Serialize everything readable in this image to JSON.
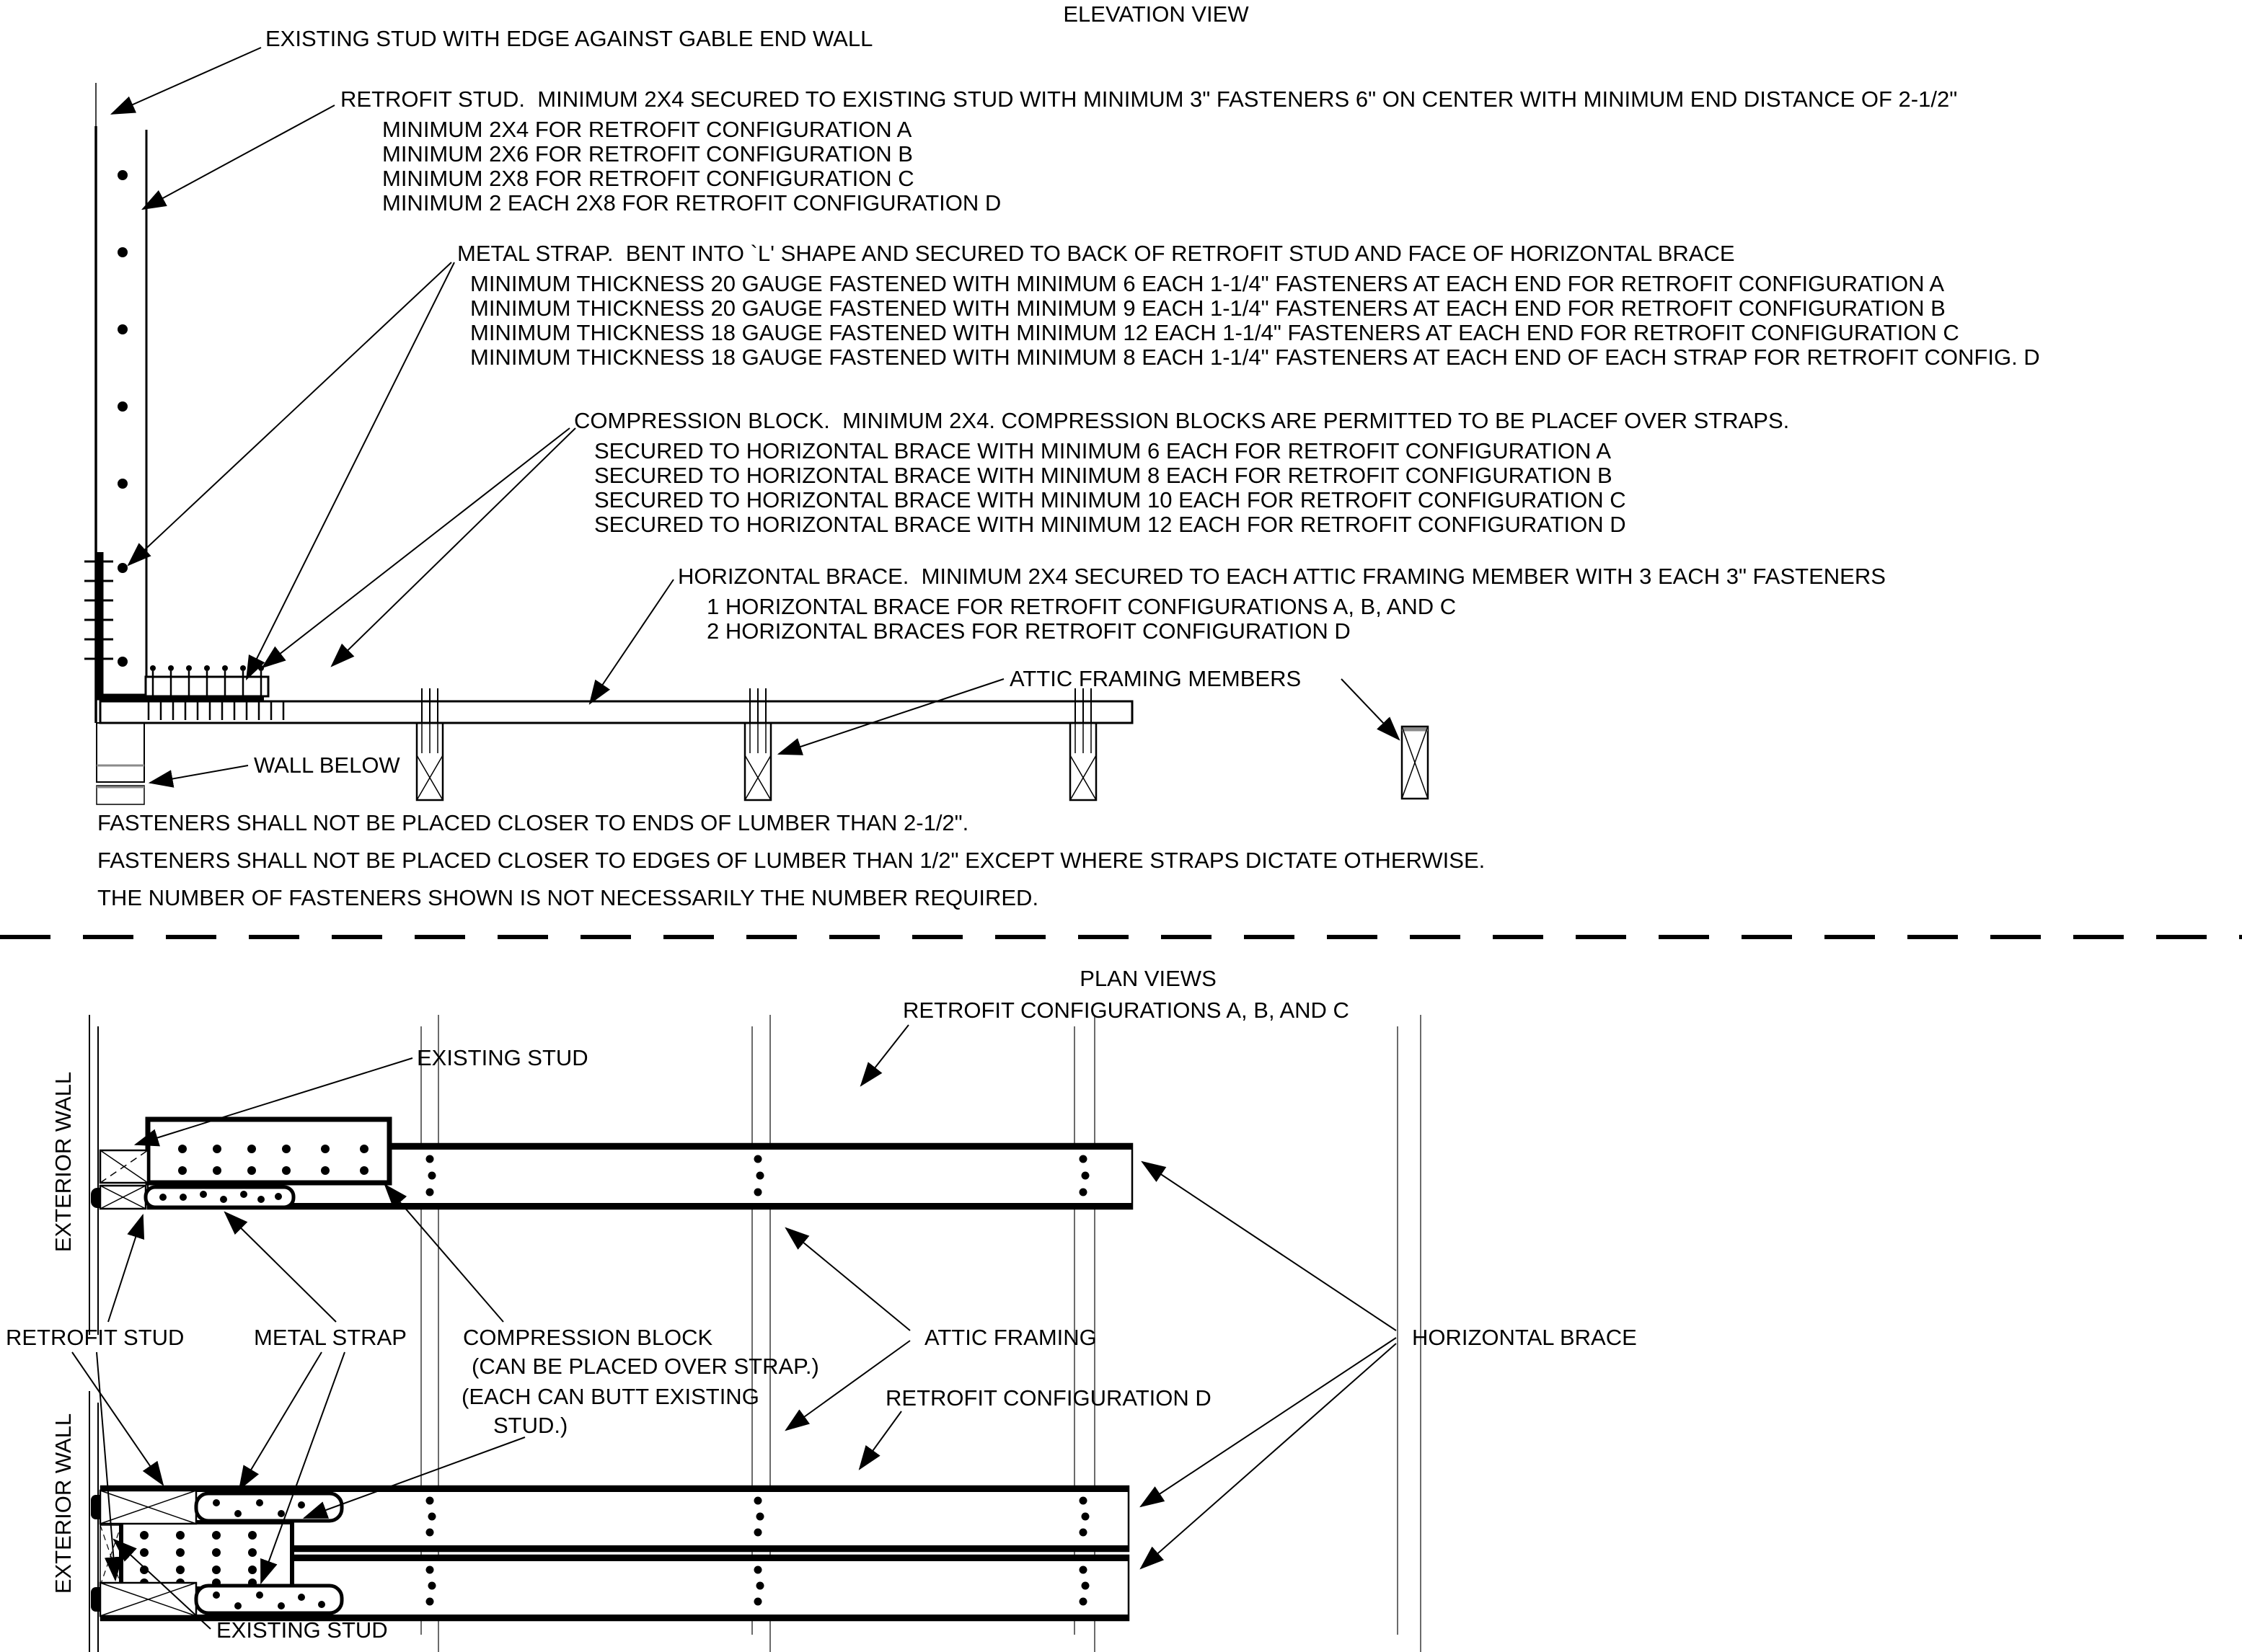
{
  "colors": {
    "ink": "#000000",
    "background": "#ffffff",
    "muted": "#8a8a8a"
  },
  "elevation": {
    "title": "ELEVATION VIEW",
    "existing_stud": "EXISTING STUD WITH EDGE AGAINST GABLE END WALL",
    "retrofit_stud": [
      "RETROFIT STUD.  MINIMUM 2X4 SECURED TO EXISTING STUD WITH MINIMUM 3\" FASTENERS 6\" ON CENTER WITH MINIMUM END DISTANCE OF 2-1/2\"",
      "MINIMUM 2X4 FOR RETROFIT CONFIGURATION A",
      "MINIMUM 2X6 FOR RETROFIT CONFIGURATION B",
      "MINIMUM 2X8 FOR RETROFIT CONFIGURATION C",
      "MINIMUM 2 EACH 2X8 FOR RETROFIT CONFIGURATION D"
    ],
    "metal_strap": [
      "METAL STRAP.  BENT INTO `L' SHAPE AND SECURED TO BACK OF RETROFIT STUD AND FACE OF HORIZONTAL BRACE",
      "MINIMUM THICKNESS 20 GAUGE FASTENED WITH MINIMUM 6 EACH 1-1/4\" FASTENERS AT EACH END FOR RETROFIT CONFIGURATION A",
      "MINIMUM THICKNESS 20 GAUGE FASTENED WITH MINIMUM 9 EACH 1-1/4\" FASTENERS AT EACH END FOR RETROFIT CONFIGURATION B",
      "MINIMUM THICKNESS 18 GAUGE FASTENED WITH MINIMUM 12 EACH 1-1/4\" FASTENERS AT EACH END FOR RETROFIT CONFIGURATION C",
      "MINIMUM THICKNESS 18 GAUGE FASTENED WITH MINIMUM 8 EACH 1-1/4\" FASTENERS AT EACH END OF EACH STRAP FOR RETROFIT CONFIG. D"
    ],
    "compression_block": [
      "COMPRESSION BLOCK.  MINIMUM 2X4. COMPRESSION BLOCKS ARE PERMITTED TO BE PLACEF OVER STRAPS.",
      "SECURED TO HORIZONTAL BRACE WITH MINIMUM 6 EACH FOR RETROFIT CONFIGURATION A",
      "SECURED TO HORIZONTAL BRACE WITH MINIMUM 8 EACH FOR RETROFIT CONFIGURATION B",
      "SECURED TO HORIZONTAL BRACE WITH MINIMUM 10 EACH FOR RETROFIT CONFIGURATION C",
      "SECURED TO HORIZONTAL BRACE WITH MINIMUM 12 EACH FOR RETROFIT CONFIGURATION D"
    ],
    "horizontal_brace": [
      "HORIZONTAL BRACE.  MINIMUM 2X4 SECURED TO EACH ATTIC FRAMING MEMBER WITH 3 EACH 3\" FASTENERS",
      "1 HORIZONTAL BRACE FOR RETROFIT CONFIGURATIONS A, B, AND C",
      "2 HORIZONTAL BRACES FOR RETROFIT CONFIGURATION D"
    ],
    "attic_members": "ATTIC FRAMING MEMBERS",
    "wall_below": "WALL BELOW",
    "notes": [
      "FASTENERS SHALL NOT BE PLACED CLOSER TO ENDS OF LUMBER THAN 2-1/2\".",
      "FASTENERS SHALL NOT BE PLACED CLOSER TO EDGES OF LUMBER THAN 1/2\" EXCEPT WHERE STRAPS DICTATE OTHERWISE.",
      "THE NUMBER OF FASTENERS SHOWN IS NOT NECESSARILY THE NUMBER REQUIRED."
    ]
  },
  "plan": {
    "title": "PLAN VIEWS",
    "subtitle_abc": "RETROFIT CONFIGURATIONS A, B, AND C",
    "labels": {
      "exterior_wall": "EXTERIOR WALL",
      "existing_stud": "EXISTING STUD",
      "retrofit_stud": "RETROFIT STUD",
      "metal_strap": "METAL STRAP",
      "compression_block": "COMPRESSION BLOCK",
      "compression_note_1": "(CAN BE PLACED OVER STRAP.)",
      "compression_note_2a": "(EACH CAN BUTT EXISTING",
      "compression_note_2b": "STUD.)",
      "attic_framing": "ATTIC FRAMING",
      "horizontal_brace": "HORIZONTAL BRACE",
      "config_d": "RETROFIT CONFIGURATION D"
    }
  }
}
